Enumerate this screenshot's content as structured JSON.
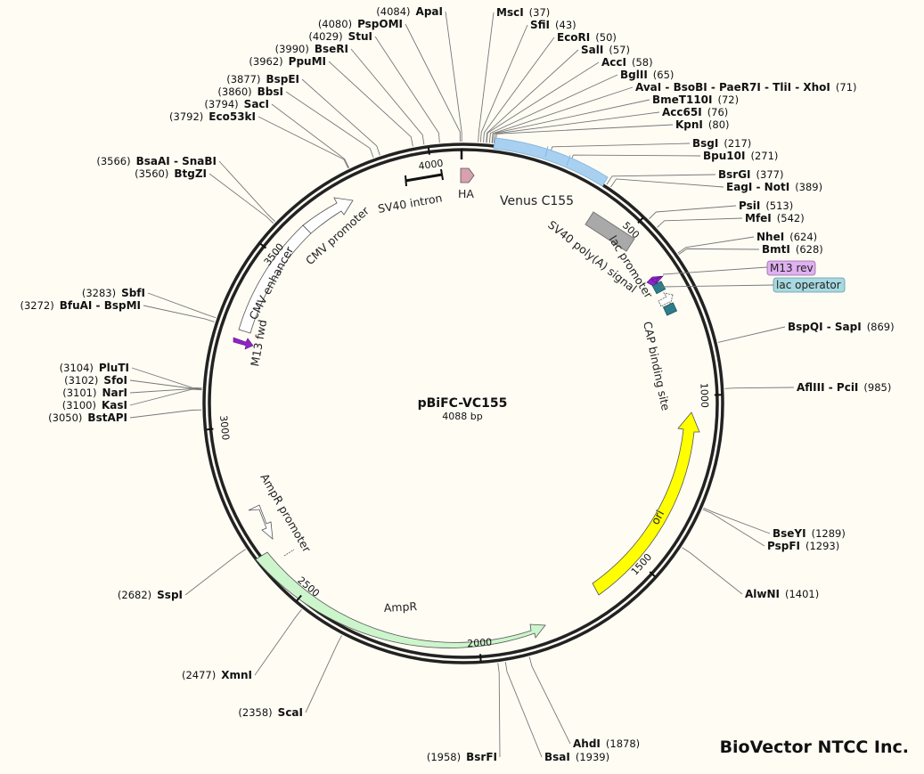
{
  "plasmid": {
    "name": "pBiFC-VC155",
    "size_label": "4088 bp",
    "total_bp": 4088
  },
  "brand": "BioVector NTCC Inc.",
  "sites": [
    {
      "name": "MscI",
      "pos": 37,
      "pos_label": "(37)"
    },
    {
      "name": "SfiI",
      "pos": 43,
      "pos_label": "(43)"
    },
    {
      "name": "EcoRI",
      "pos": 50,
      "pos_label": "(50)"
    },
    {
      "name": "SalI",
      "pos": 57,
      "pos_label": "(57)"
    },
    {
      "name": "AccI",
      "pos": 58,
      "pos_label": "(58)"
    },
    {
      "name": "BglII",
      "pos": 65,
      "pos_label": "(65)"
    },
    {
      "name": "AvaI - BsoBI - PaeR7I - TliI - XhoI",
      "pos": 71,
      "pos_label": "(71)"
    },
    {
      "name": "BmeT110I",
      "pos": 72,
      "pos_label": "(72)"
    },
    {
      "name": "Acc65I",
      "pos": 76,
      "pos_label": "(76)"
    },
    {
      "name": "KpnI",
      "pos": 80,
      "pos_label": "(80)"
    },
    {
      "name": "BsgI",
      "pos": 217,
      "pos_label": "(217)"
    },
    {
      "name": "Bpu10I",
      "pos": 271,
      "pos_label": "(271)"
    },
    {
      "name": "BsrGI",
      "pos": 377,
      "pos_label": "(377)"
    },
    {
      "name": "EagI - NotI",
      "pos": 389,
      "pos_label": "(389)"
    },
    {
      "name": "PsiI",
      "pos": 513,
      "pos_label": "(513)"
    },
    {
      "name": "MfeI",
      "pos": 542,
      "pos_label": "(542)"
    },
    {
      "name": "NheI",
      "pos": 624,
      "pos_label": "(624)"
    },
    {
      "name": "BmtI",
      "pos": 628,
      "pos_label": "(628)"
    },
    {
      "name": "BspQI - SapI",
      "pos": 869,
      "pos_label": "(869)"
    },
    {
      "name": "AflIII - PciI",
      "pos": 985,
      "pos_label": "(985)"
    },
    {
      "name": "BseYI",
      "pos": 1289,
      "pos_label": "(1289)"
    },
    {
      "name": "PspFI",
      "pos": 1293,
      "pos_label": "(1293)"
    },
    {
      "name": "AlwNI",
      "pos": 1401,
      "pos_label": "(1401)"
    },
    {
      "name": "AhdI",
      "pos": 1878,
      "pos_label": "(1878)"
    },
    {
      "name": "BsaI",
      "pos": 1939,
      "pos_label": "(1939)"
    },
    {
      "name": "BsrFI",
      "pos": 1958,
      "pos_label": "(1958)"
    },
    {
      "name": "ScaI",
      "pos": 2358,
      "pos_label": "(2358)"
    },
    {
      "name": "XmnI",
      "pos": 2477,
      "pos_label": "(2477)"
    },
    {
      "name": "SspI",
      "pos": 2682,
      "pos_label": "(2682)"
    },
    {
      "name": "BstAPI",
      "pos": 3050,
      "pos_label": "(3050)"
    },
    {
      "name": "KasI",
      "pos": 3100,
      "pos_label": "(3100)"
    },
    {
      "name": "NarI",
      "pos": 3101,
      "pos_label": "(3101)"
    },
    {
      "name": "SfoI",
      "pos": 3102,
      "pos_label": "(3102)"
    },
    {
      "name": "PluTI",
      "pos": 3104,
      "pos_label": "(3104)"
    },
    {
      "name": "BfuAI - BspMI",
      "pos": 3272,
      "pos_label": "(3272)"
    },
    {
      "name": "SbfI",
      "pos": 3283,
      "pos_label": "(3283)"
    },
    {
      "name": "BtgZI",
      "pos": 3560,
      "pos_label": "(3560)"
    },
    {
      "name": "BsaAI - SnaBI",
      "pos": 3566,
      "pos_label": "(3566)"
    },
    {
      "name": "Eco53kI",
      "pos": 3792,
      "pos_label": "(3792)"
    },
    {
      "name": "SacI",
      "pos": 3794,
      "pos_label": "(3794)"
    },
    {
      "name": "BbsI",
      "pos": 3860,
      "pos_label": "(3860)"
    },
    {
      "name": "BspEI",
      "pos": 3877,
      "pos_label": "(3877)"
    },
    {
      "name": "PpuMI",
      "pos": 3962,
      "pos_label": "(3962)"
    },
    {
      "name": "BseRI",
      "pos": 3990,
      "pos_label": "(3990)"
    },
    {
      "name": "StuI",
      "pos": 4029,
      "pos_label": "(4029)"
    },
    {
      "name": "PspOMI",
      "pos": 4080,
      "pos_label": "(4080)"
    },
    {
      "name": "ApaI",
      "pos": 4084,
      "pos_label": "(4084)"
    }
  ],
  "features": [
    {
      "label": "Venus C155",
      "type": "CDS",
      "color": "#a8d0f0"
    },
    {
      "label": "SV40 poly(A) signal",
      "type": "polyA",
      "color": "#a9a9a9"
    },
    {
      "label": "lac promoter",
      "type": "promoter",
      "color": "#ffffff"
    },
    {
      "label": "lac operator",
      "type": "protein_bind",
      "color": "#2e7d8c"
    },
    {
      "label": "CAP binding site",
      "type": "protein_bind",
      "color": "#2e7d8c"
    },
    {
      "label": "M13 rev",
      "type": "primer",
      "color": "#8e24c7"
    },
    {
      "label": "ori",
      "type": "rep_origin",
      "color": "#ffff00"
    },
    {
      "label": "AmpR",
      "type": "CDS",
      "color": "#ccf5cc"
    },
    {
      "label": "AmpR promoter",
      "type": "promoter",
      "color": "#ffffff"
    },
    {
      "label": "M13 fwd",
      "type": "primer",
      "color": "#8e24c7"
    },
    {
      "label": "CMV enhancer",
      "type": "enhancer",
      "color": "#ffffff"
    },
    {
      "label": "CMV promoter",
      "type": "promoter",
      "color": "#ffffff"
    },
    {
      "label": "SV40 intron",
      "type": "intron",
      "color": "#000000"
    },
    {
      "label": "HA",
      "type": "tag",
      "color": "#d9a0b0"
    }
  ],
  "ticks": [
    "500",
    "1000",
    "1500",
    "2000",
    "2500",
    "3000",
    "3500",
    "4000"
  ],
  "boxed_labels": [
    {
      "label": "M13 rev",
      "color": "#e0b0f0"
    },
    {
      "label": "lac operator",
      "color": "#a8d8e0"
    }
  ]
}
